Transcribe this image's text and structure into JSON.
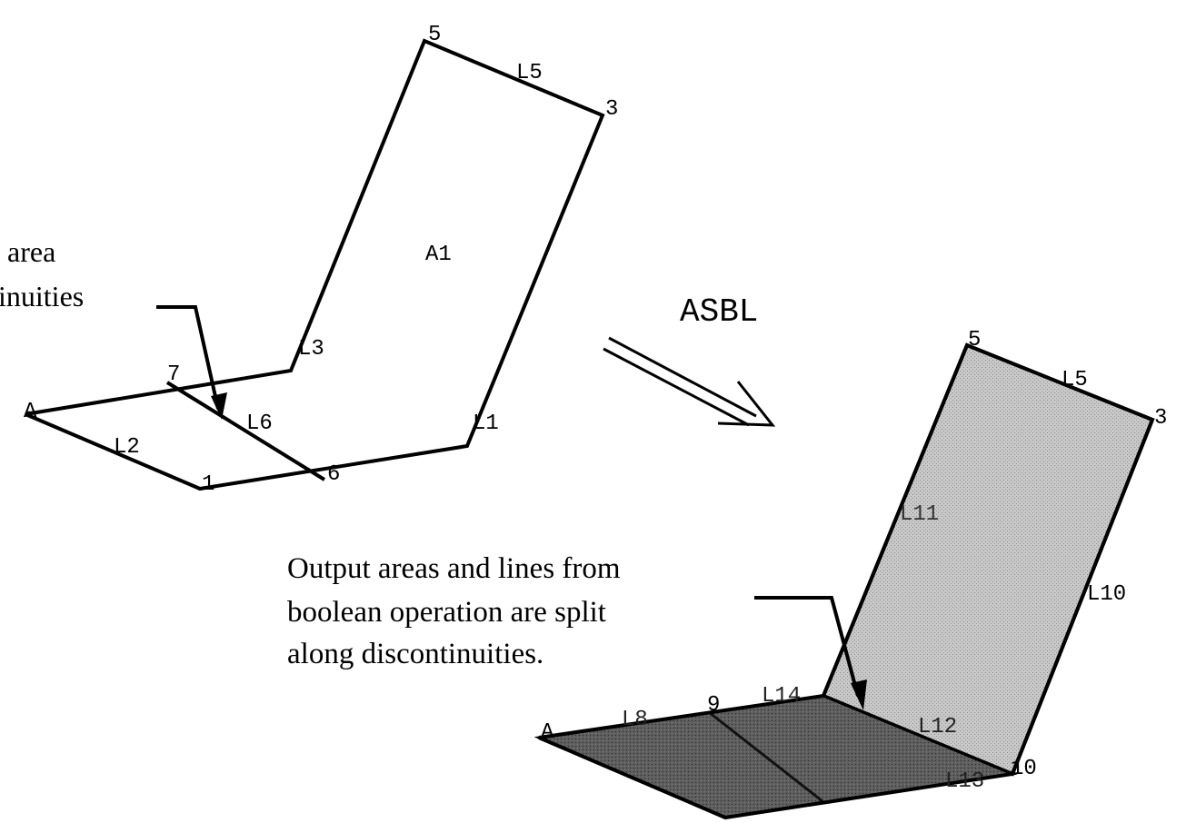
{
  "left_figure": {
    "area_label": "A1",
    "keypoints": {
      "k5": "5",
      "k3": "3",
      "k7": "7",
      "kA": "A",
      "k1": "1",
      "k6": "6"
    },
    "lines": {
      "L5": "L5",
      "L3": "L3",
      "L6": "L6",
      "L1": "L1",
      "L2": "L2"
    },
    "callout_lines": [
      "area",
      "inuities"
    ]
  },
  "operation": {
    "label": "ASBL"
  },
  "right_figure": {
    "keypoints": {
      "k5": "5",
      "k3": "3",
      "kA": "A",
      "k9": "9",
      "k10": "10"
    },
    "lines": {
      "L5": "L5",
      "L10": "L10",
      "L11": "L11",
      "L8": "L8",
      "L14": "L14",
      "L12": "L12",
      "L13": "L13"
    },
    "callout_lines": [
      "Output areas and lines from",
      "boolean operation are split",
      "along discontinuities."
    ]
  },
  "colors": {
    "ink": "#000000",
    "upper_area": "#c4c4c4",
    "lower_area": "#5a5a5a"
  }
}
